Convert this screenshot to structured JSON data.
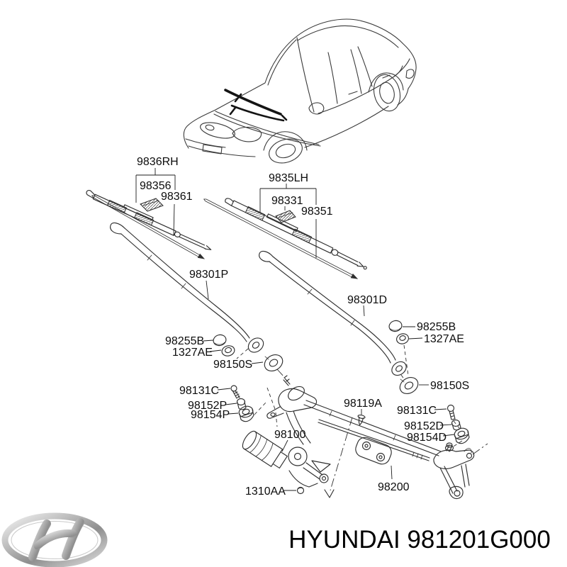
{
  "labels": {
    "p9836rh": "9836RH",
    "p98356": "98356",
    "p98361": "98361",
    "p9835lh": "9835LH",
    "p98331": "98331",
    "p98351": "98351",
    "p98301p": "98301P",
    "p98255b_l": "98255B",
    "p1327ae_l": "1327AE",
    "p98150s_l": "98150S",
    "p98131c_l": "98131C",
    "p98152p": "98152P",
    "p98154p": "98154P",
    "p98100": "98100",
    "p1310aa": "1310AA",
    "p98301d": "98301D",
    "p98255b_r": "98255B",
    "p1327ae_r": "1327AE",
    "p98150s_r": "98150S",
    "p98131c_r": "98131C",
    "p98152d": "98152D",
    "p98154d": "98154D",
    "p98119a": "98119A",
    "p98200": "98200"
  },
  "footer": {
    "title": "HYUNDAI 981201G000"
  }
}
